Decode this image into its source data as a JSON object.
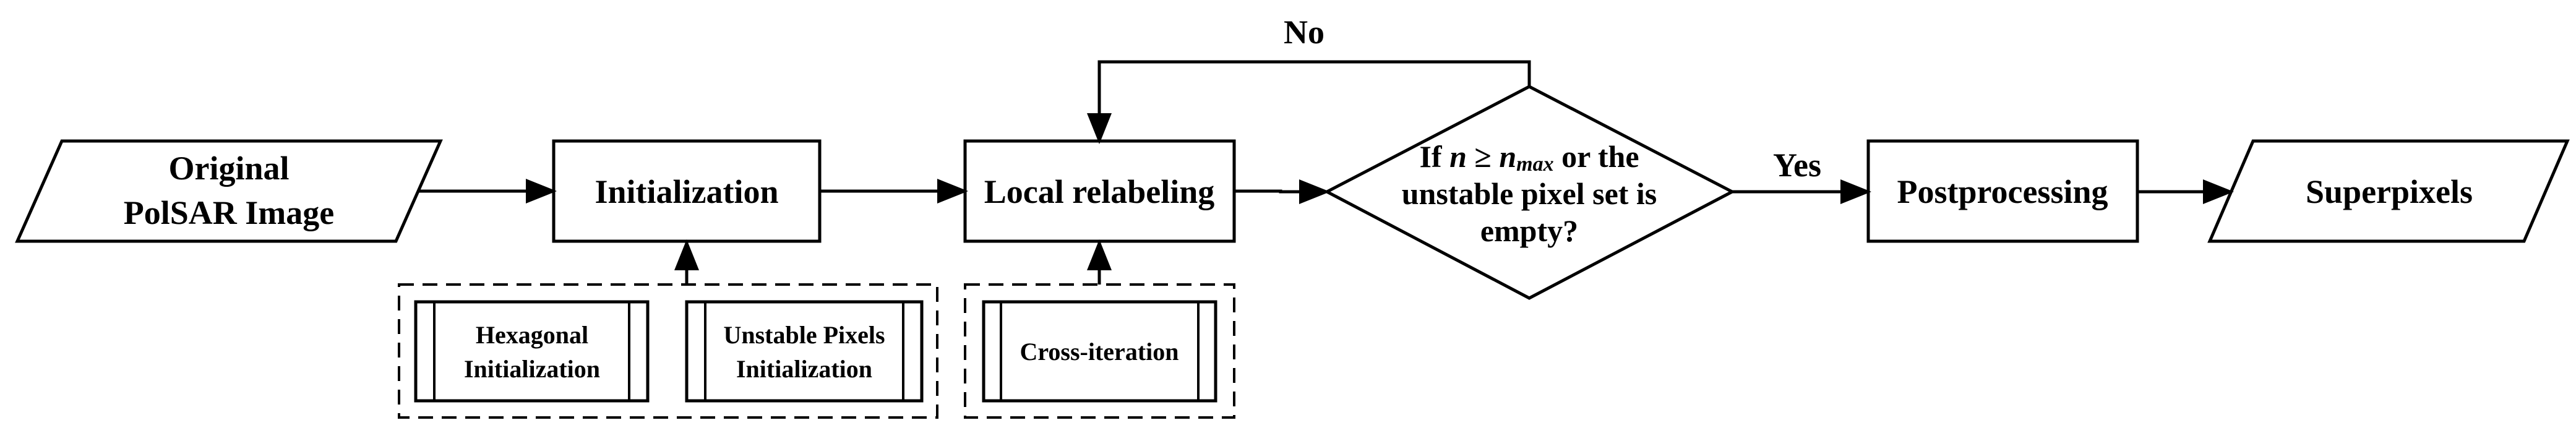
{
  "nodes": {
    "original_image": [
      "Original",
      "PolSAR Image"
    ],
    "initialization": "Initialization",
    "local_relabeling": "Local relabeling",
    "decision": {
      "line1_pre": "If ",
      "n": "n",
      "geq": " ≥ ",
      "nmax": "n",
      "nmax_sub": "max",
      "line1_post": " or the",
      "line2": "unstable pixel set is",
      "line3": "empty?"
    },
    "postprocessing": "Postprocessing",
    "superpixels": "Superpixels"
  },
  "subprocesses": {
    "hexagonal": [
      "Hexagonal",
      "Initialization"
    ],
    "unstable": [
      "Unstable Pixels",
      "Initialization"
    ],
    "cross_iteration": "Cross-iteration"
  },
  "edge_labels": {
    "no": "No",
    "yes": "Yes"
  }
}
